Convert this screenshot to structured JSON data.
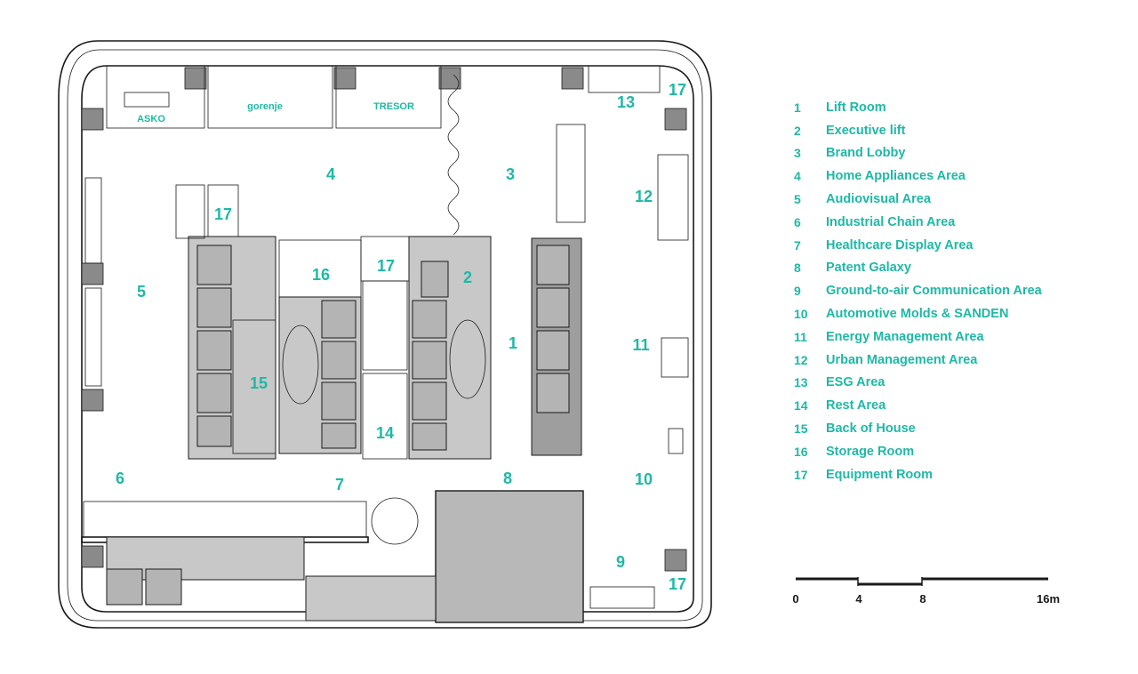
{
  "zones": [
    {
      "num": "1"
    },
    {
      "num": "2"
    },
    {
      "num": "3"
    },
    {
      "num": "4"
    },
    {
      "num": "5"
    },
    {
      "num": "6"
    },
    {
      "num": "7"
    },
    {
      "num": "8"
    },
    {
      "num": "9"
    },
    {
      "num": "10"
    },
    {
      "num": "11"
    },
    {
      "num": "12"
    },
    {
      "num": "13"
    },
    {
      "num": "14"
    },
    {
      "num": "15"
    },
    {
      "num": "16"
    },
    {
      "num": "17"
    },
    {
      "num": "17"
    },
    {
      "num": "17"
    },
    {
      "num": "17"
    }
  ],
  "brands": {
    "asko": "ASKO",
    "gorenje": "gorenje",
    "tresor": "TRESOR"
  },
  "legend": [
    {
      "num": "1",
      "label": "Lift Room"
    },
    {
      "num": "2",
      "label": "Executive lift"
    },
    {
      "num": "3",
      "label": "Brand Lobby"
    },
    {
      "num": "4",
      "label": "Home Appliances Area"
    },
    {
      "num": "5",
      "label": "Audiovisual Area"
    },
    {
      "num": "6",
      "label": "Industrial Chain Area"
    },
    {
      "num": "7",
      "label": "Healthcare Display Area"
    },
    {
      "num": "8",
      "label": "Patent Galaxy"
    },
    {
      "num": "9",
      "label": "Ground-to-air Communication Area"
    },
    {
      "num": "10",
      "label": "Automotive Molds & SANDEN"
    },
    {
      "num": "11",
      "label": "Energy Management Area"
    },
    {
      "num": "12",
      "label": "Urban Management Area"
    },
    {
      "num": "13",
      "label": "ESG Area"
    },
    {
      "num": "14",
      "label": "Rest Area"
    },
    {
      "num": "15",
      "label": "Back of House"
    },
    {
      "num": "16",
      "label": "Storage Room"
    },
    {
      "num": "17",
      "label": "Equipment Room"
    }
  ],
  "scale": {
    "labels": [
      "0",
      "4",
      "8",
      "16m"
    ]
  },
  "colors": {
    "accent": "#1fb8a6",
    "line": "#1a1a1a",
    "core": "#9e9e9e"
  }
}
